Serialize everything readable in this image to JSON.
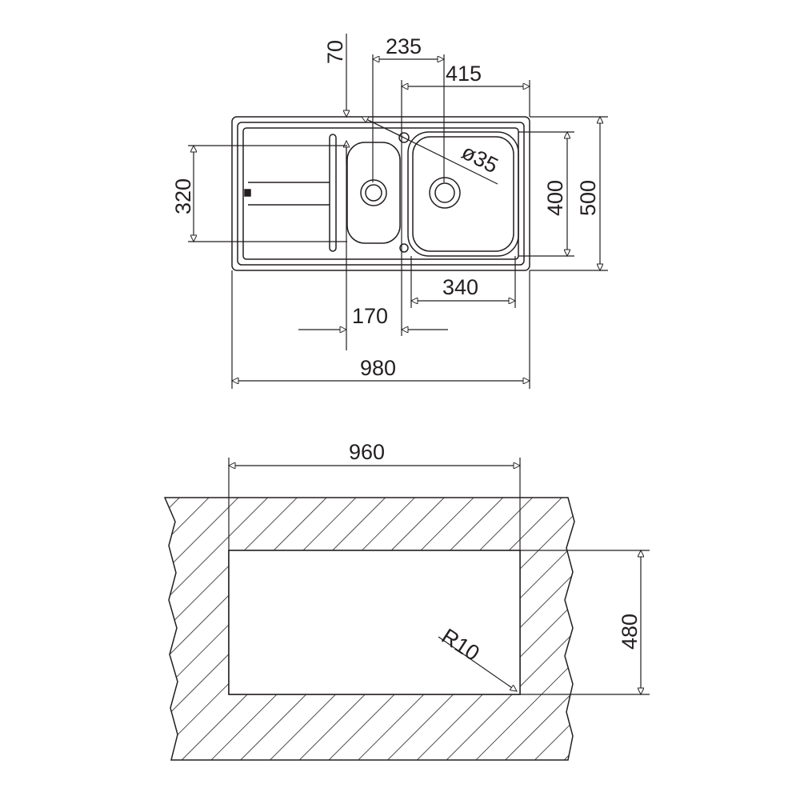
{
  "colors": {
    "ink": "#231f20",
    "background": "#ffffff"
  },
  "top_view": {
    "dim_70": "70",
    "dim_235": "235",
    "dim_415": "415",
    "dim_diameter": "ø35",
    "dim_320": "320",
    "dim_400": "400",
    "dim_500": "500",
    "dim_340": "340",
    "dim_170": "170",
    "dim_980": "980"
  },
  "cutout_view": {
    "dim_960": "960",
    "dim_480": "480",
    "dim_radius": "R10"
  }
}
